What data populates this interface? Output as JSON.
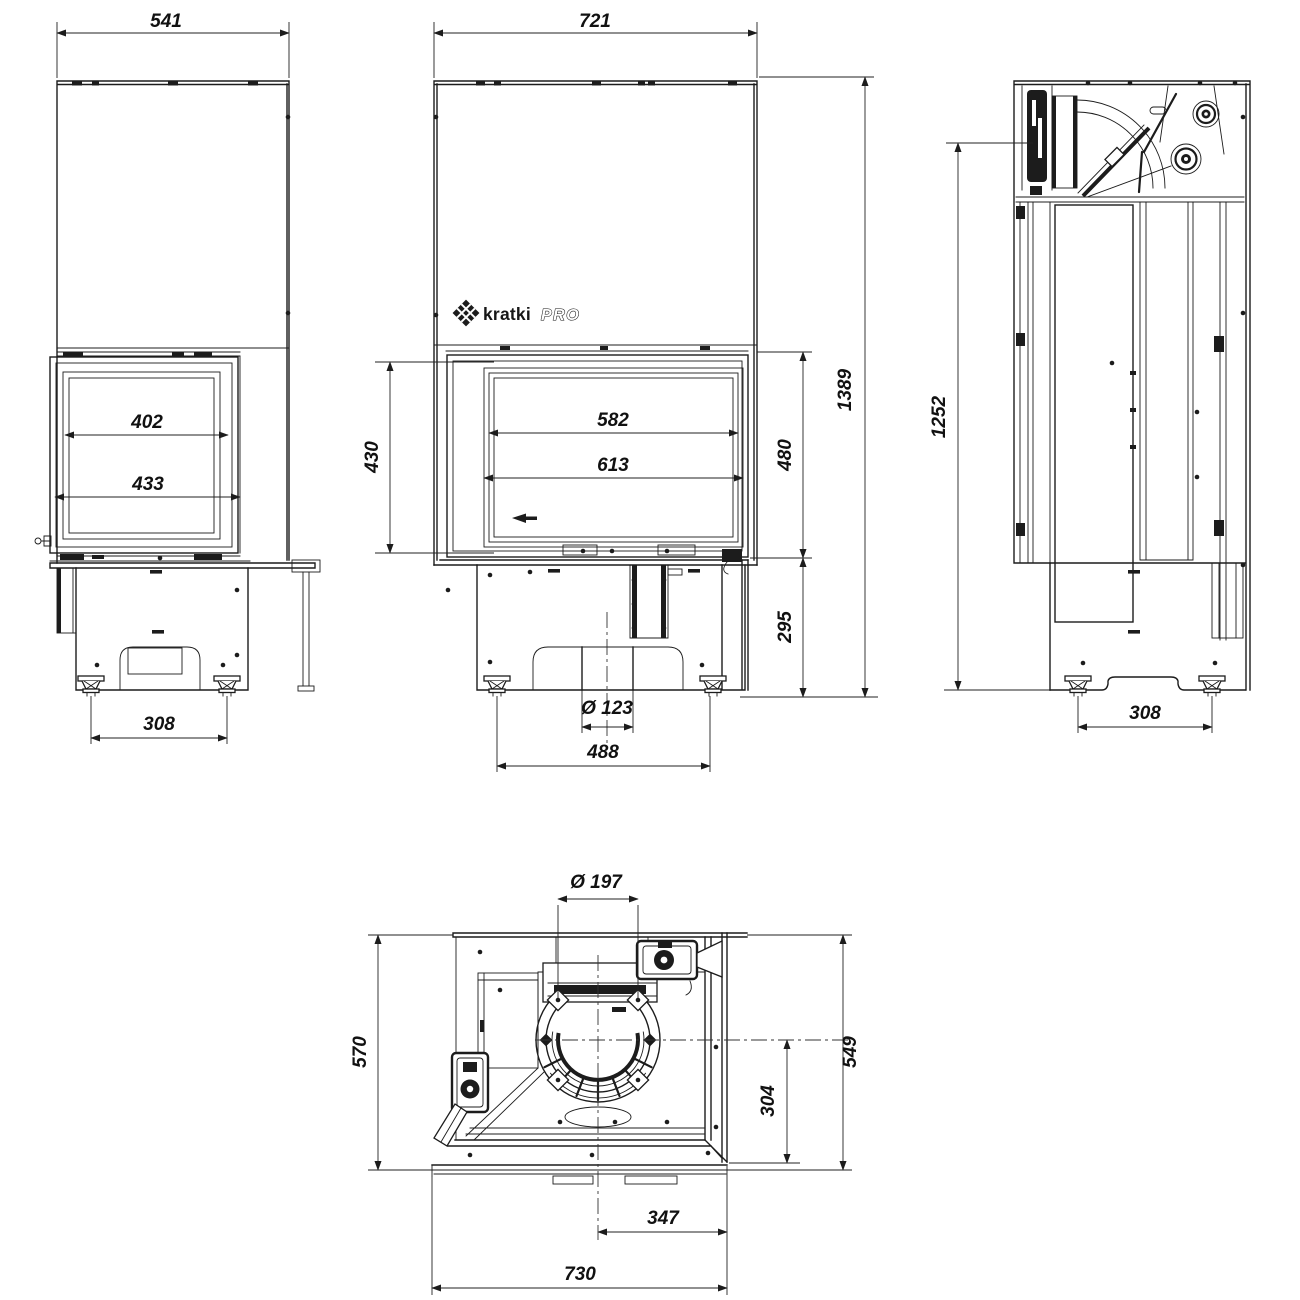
{
  "page": {
    "background": "#ffffff",
    "line_color": "#1c1c1c"
  },
  "brand": {
    "logo_text": "kratki",
    "logo_suffix": "PRO"
  },
  "views": {
    "side_left": {
      "dims": {
        "overall_depth": "541",
        "glass_width": "402",
        "door_width": "433",
        "feet_spacing": "308"
      }
    },
    "front": {
      "dims": {
        "overall_width": "721",
        "glass_height": "430",
        "glass_width": "582",
        "door_width": "613",
        "door_height": "480",
        "plinth_height": "295",
        "overall_height": "1389",
        "air_inlet_diameter": "Ø 123",
        "feet_spacing": "488"
      }
    },
    "side_right": {
      "dims": {
        "mechanism_height": "1252",
        "feet_spacing": "308"
      }
    },
    "top": {
      "dims": {
        "flue_diameter": "Ø 197",
        "overall_depth": "570",
        "body_depth": "549",
        "flue_axis_to_front": "304",
        "flue_axis_to_side": "347",
        "overall_width": "730"
      }
    }
  }
}
